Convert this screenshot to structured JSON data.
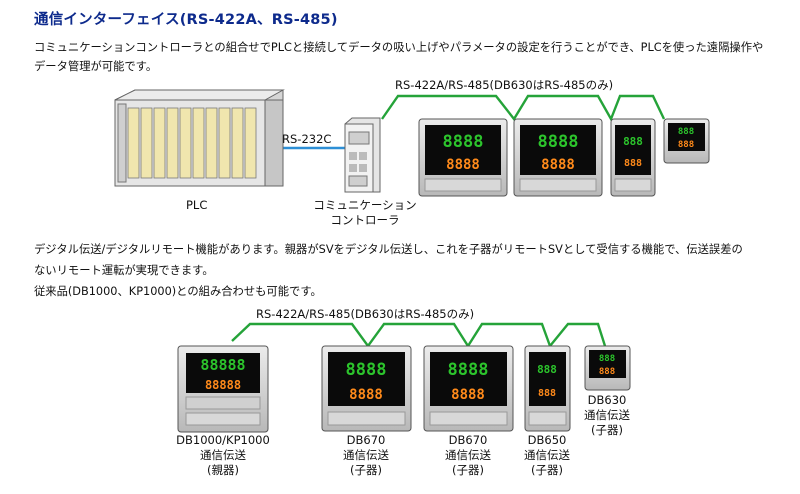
{
  "title": "通信インターフェイス(RS-422A、RS-485)",
  "section1": {
    "text_line1": "コミュニケーションコントローラとの組合せでPLCと接続してデータの吸い上げやパラメータの設定を行うことができ、PLCを使った遠隔操作や",
    "text_line2": "データ管理が可能です。",
    "bus_label": "RS-422A/RS-485(DB630はRS-485のみ)",
    "link_label": "RS-232C",
    "plc_label": "PLC",
    "converter_label_line1": "コミュニケーション",
    "converter_label_line2": "コントローラ"
  },
  "section2": {
    "text_line1": "デジタル伝送/デジタルリモート機能があります。親器がSVをデジタル伝送し、これを子器がリモートSVとして受信する機能で、伝送誤差の",
    "text_line2": "ないリモート運転が実現できます。",
    "text_line3": "従来品(DB1000、KP1000)との組み合わせも可能です。",
    "bus_label": "RS-422A/RS-485(DB630はRS-485のみ)",
    "devices": [
      {
        "model": "DB1000/KP1000",
        "line2": "通信伝送",
        "line3": "(親器)"
      },
      {
        "model": "DB670",
        "line2": "通信伝送",
        "line3": "(子器)"
      },
      {
        "model": "DB670",
        "line2": "通信伝送",
        "line3": "(子器)"
      },
      {
        "model": "DB650",
        "line2": "通信伝送",
        "line3": "(子器)"
      },
      {
        "model": "DB630",
        "line2": "通信伝送",
        "line3": "(子器)"
      }
    ]
  },
  "colors": {
    "title": "#0d2a8c",
    "bus_line": "#25a339",
    "rs232_line": "#2d8fd6",
    "display_green": "#2cc42c",
    "display_orange": "#ff8a1a"
  }
}
